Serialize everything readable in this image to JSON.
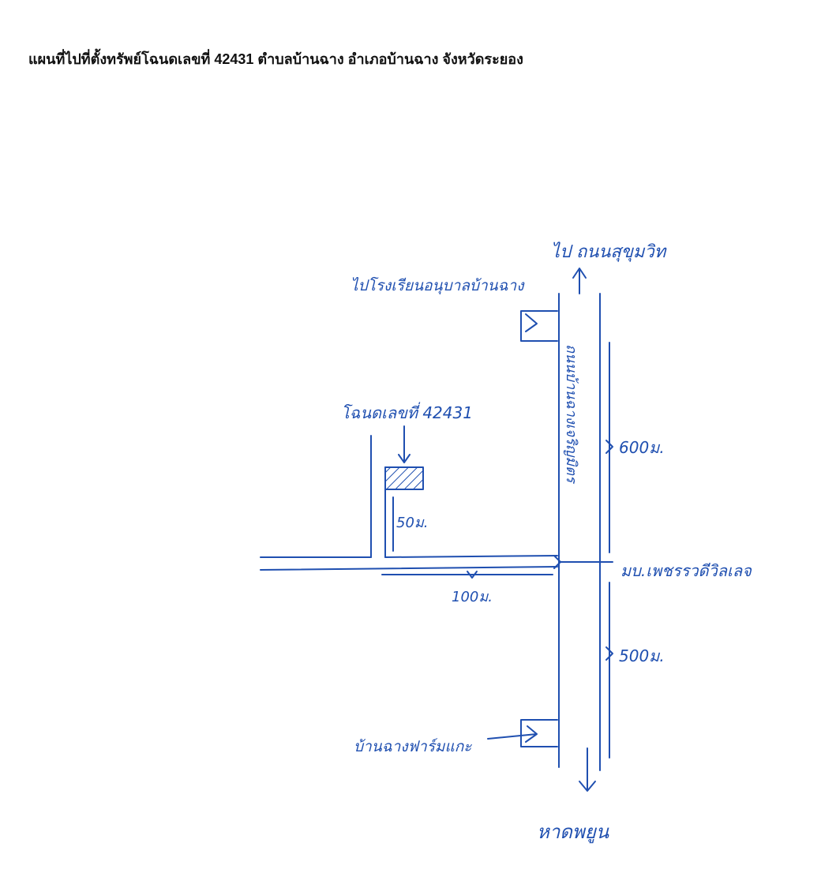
{
  "header": {
    "title": "แผนที่ไปที่ตั้งทรัพย์โฉนดเลขที่ 42431 ตำบลบ้านฉาง อำเภอบ้านฉาง จังหวัดระยอง"
  },
  "map": {
    "ink_color": "#1f4fb0",
    "labels": {
      "to_highway": "ไป ถนนสุขุมวิท",
      "school": "ไปโรงเรียนอนุบาลบ้านฉาง",
      "main_road": "ถนนบ้านฉางเจริญมิตร",
      "deed": "โฉนดเลขที่ 42431",
      "dist_50": "50ม.",
      "dist_600": "600ม.",
      "village": "มบ.เพชรรวดีวิลเลจ",
      "dist_100": "100ม.",
      "dist_500": "500ม.",
      "farm": "บ้านฉางฟาร์มแกะ",
      "to_beach": "หาดพยูน"
    }
  }
}
